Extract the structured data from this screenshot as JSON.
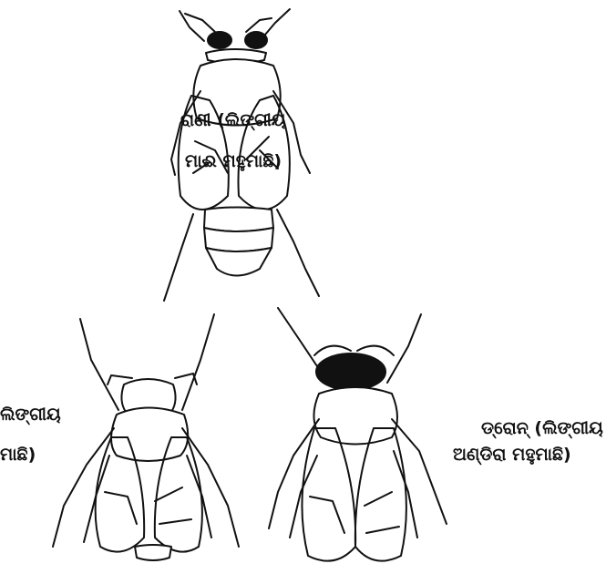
{
  "labels": {
    "queen_line1": "ରାଣୀ (ଲିଙ୍ଗୀୟ",
    "queen_line2": "ମାଈ ମହୁମାଛି)",
    "worker_line1": "ଲିଙ୍ଗୀୟ",
    "worker_line2": "ମାଛି)",
    "drone_line1": "ଡ୍ରୋନ୍ (ଲିଙ୍ଗୀୟ",
    "drone_line2": "ଅଣ୍ଡିରା ମହୁମାଛି)"
  },
  "colors": {
    "ink": "#111111",
    "background": "#ffffff"
  }
}
